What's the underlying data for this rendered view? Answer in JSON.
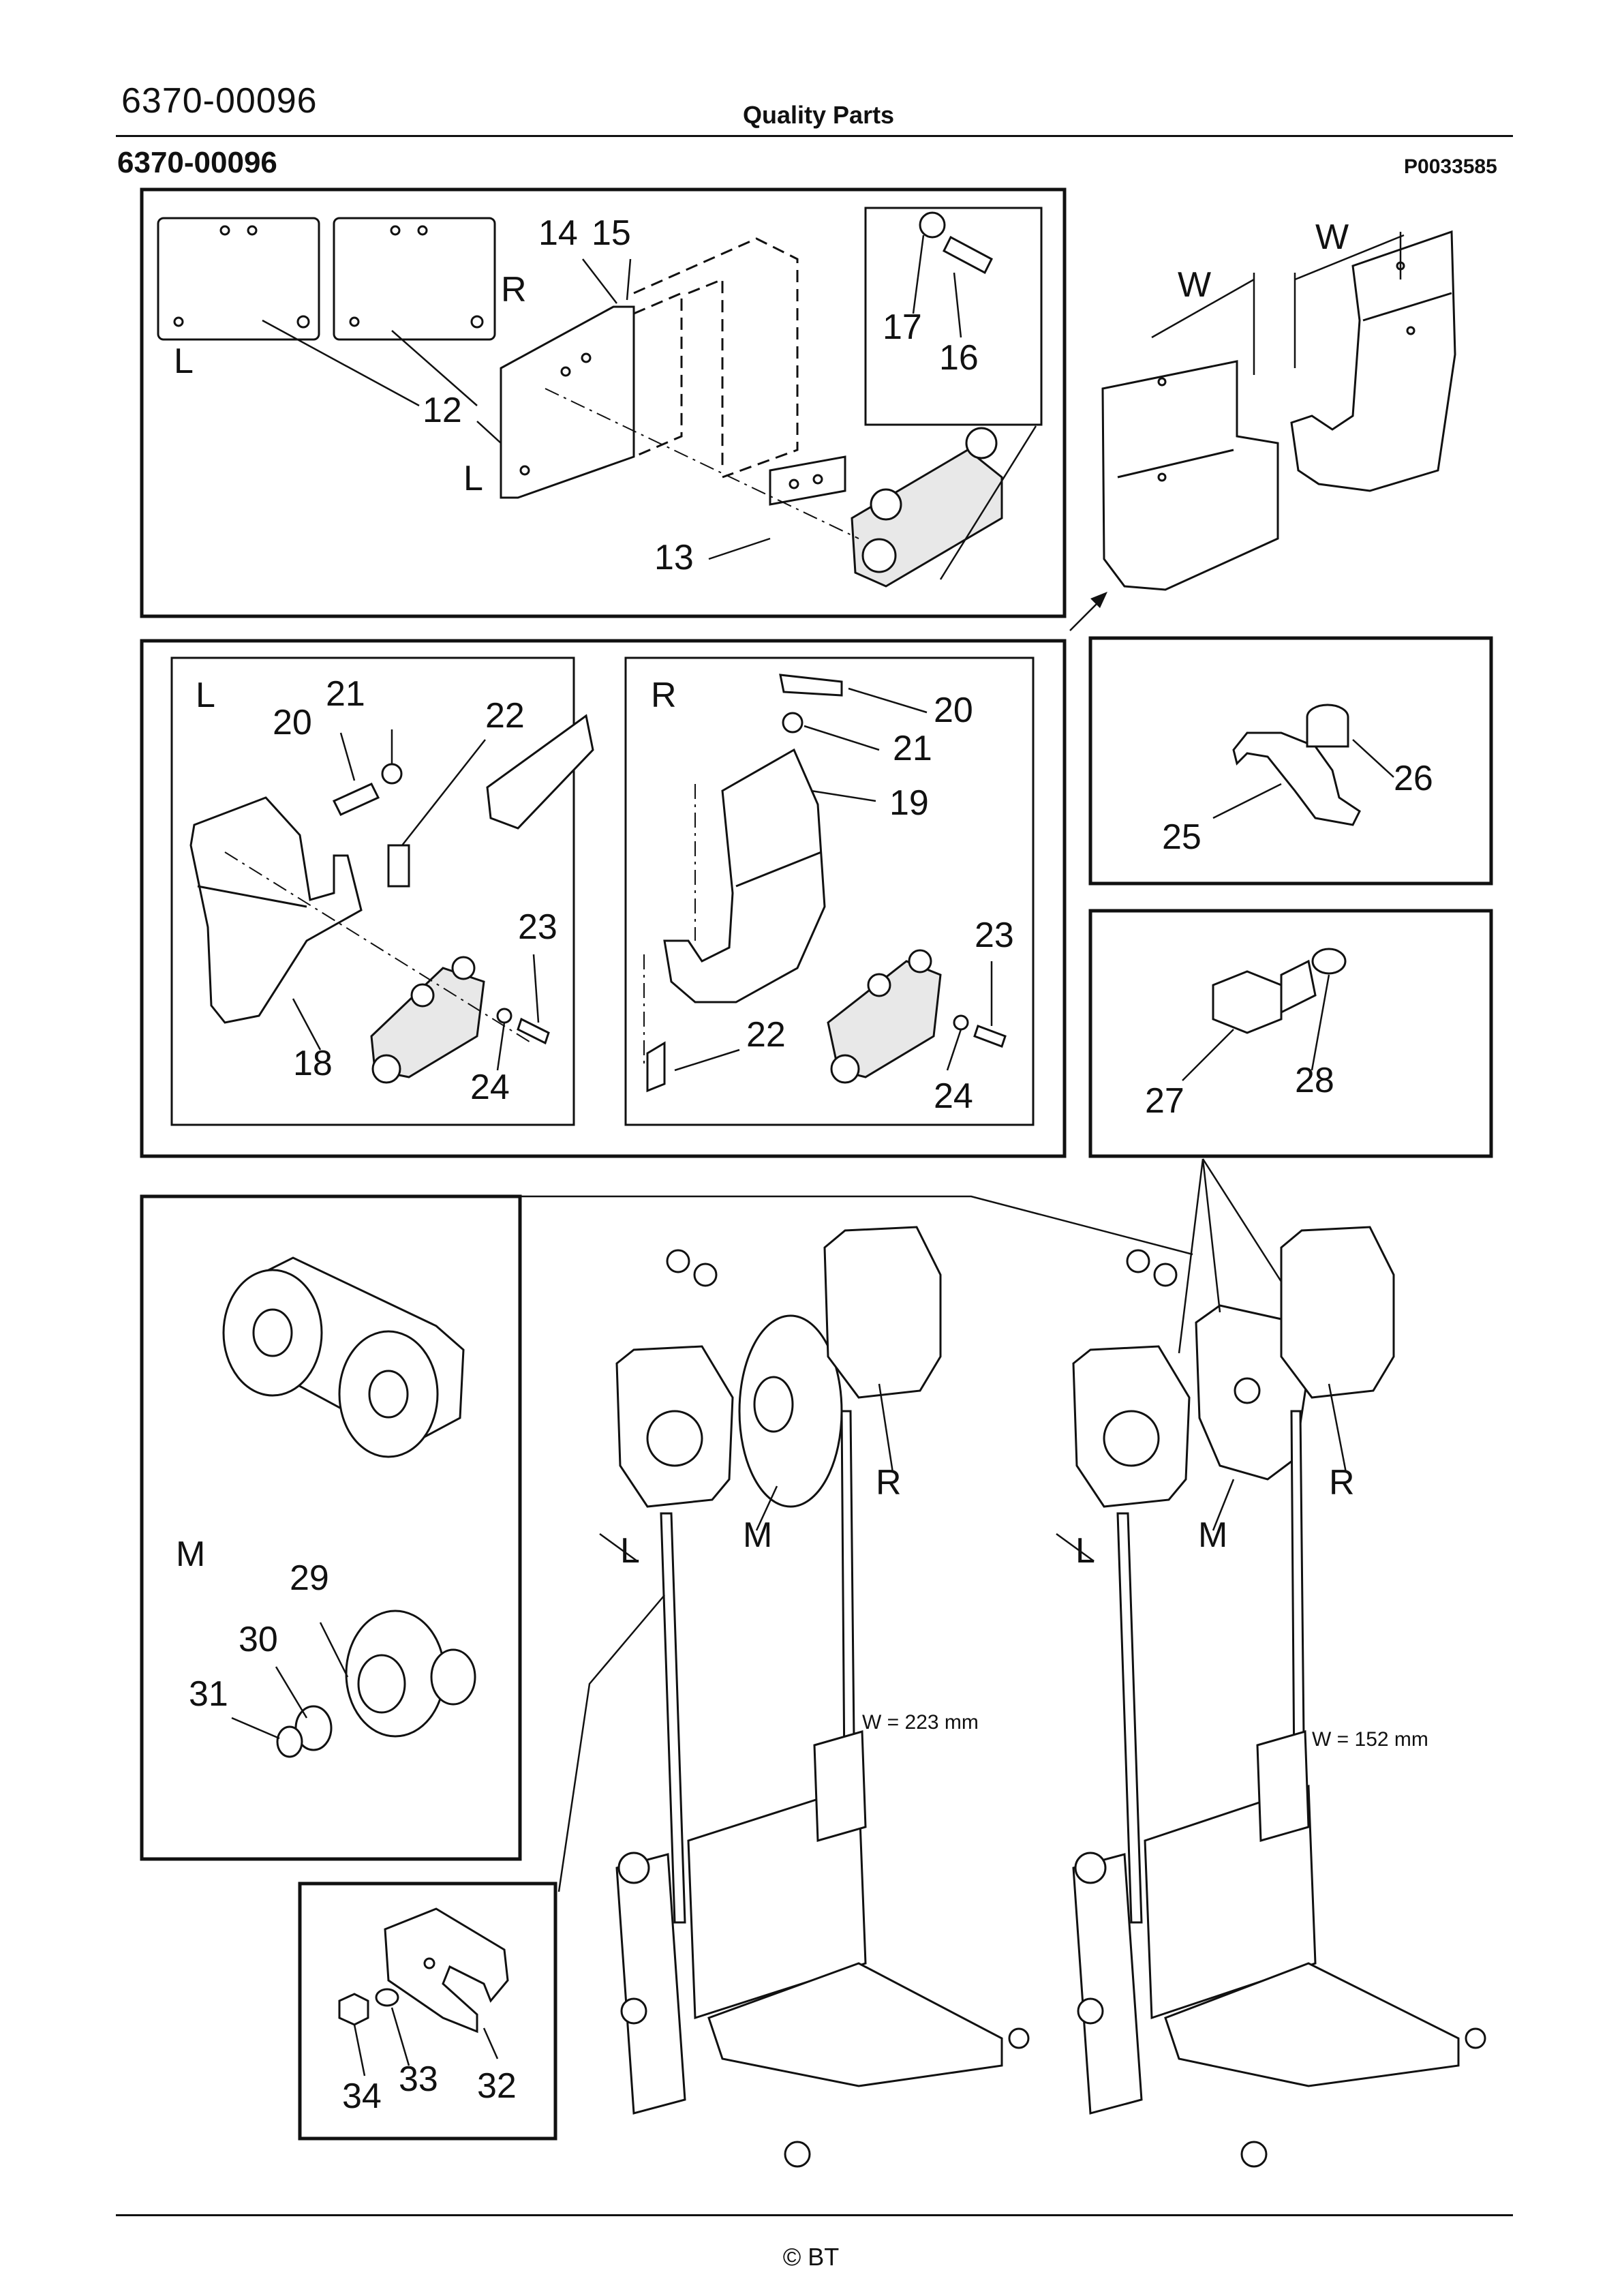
{
  "header": {
    "doc_code": "6370-00096",
    "subtitle": "Quality Parts",
    "section_code": "6370-00096",
    "reference": "P0033585"
  },
  "footer": {
    "copyright": "© BT"
  },
  "panels": {
    "top": {
      "labels": [
        "L",
        "R",
        "12",
        "L",
        "13",
        "14",
        "15",
        "17",
        "16"
      ]
    },
    "top_right": {
      "labels": [
        "W",
        "W"
      ]
    },
    "mid_left": {
      "labels": [
        "L",
        "20",
        "21",
        "22",
        "23",
        "18",
        "24"
      ]
    },
    "mid_right": {
      "labels": [
        "R",
        "20",
        "21",
        "19",
        "23",
        "22",
        "24"
      ]
    },
    "clamp": {
      "labels": [
        "26",
        "25"
      ]
    },
    "bolt": {
      "labels": [
        "27",
        "28"
      ]
    },
    "pulley": {
      "labels": [
        "M",
        "29",
        "30",
        "31"
      ]
    },
    "bracket": {
      "labels": [
        "34",
        "33",
        "32"
      ]
    },
    "mast_a": {
      "labels": [
        "L",
        "M",
        "R"
      ],
      "width_note": "W = 223 mm"
    },
    "mast_b": {
      "labels": [
        "L",
        "M",
        "R"
      ],
      "width_note": "W = 152 mm"
    }
  }
}
